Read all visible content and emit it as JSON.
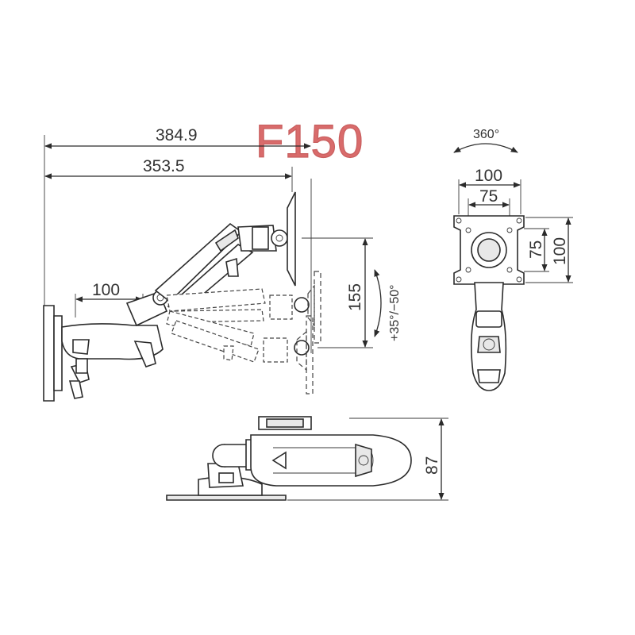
{
  "title": "F150",
  "dimensions": {
    "total_reach": "384.9",
    "arm_reach": "353.5",
    "mount_offset": "100",
    "vertical_travel": "155",
    "tilt_range": "+35°/−50°",
    "rotation": "360°",
    "vesa_outer": "100",
    "vesa_inner": "75",
    "vesa_inner_vertical": "75",
    "vesa_outer_vertical": "100",
    "height": "87"
  },
  "colors": {
    "title": "#d96b6b",
    "line": "#2b2b2b"
  }
}
